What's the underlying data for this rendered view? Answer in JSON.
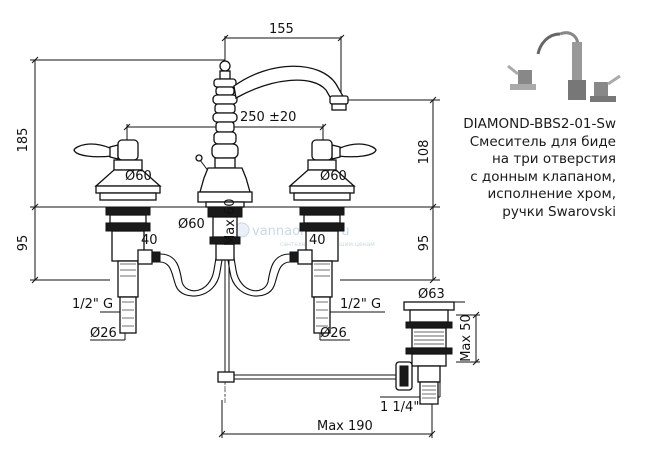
{
  "product": {
    "model": "DIAMOND-BBS2-01-Sw",
    "description_lines": [
      "Смеситель для биде",
      "на три отверстия",
      "с донным клапаном,",
      "исполнение хром,",
      "ручки Swarovski"
    ]
  },
  "dimensions": {
    "spout_reach": "155",
    "total_height": "185",
    "handle_spacing": "250 ±20",
    "upper_height": "108",
    "lower_height_left": "95",
    "lower_height_right": "95",
    "handle_base_left": "Ø60",
    "handle_base_right": "Ø60",
    "spout_base": "Ø60",
    "max_deck": "Max 60",
    "shank_left": "40",
    "shank_right": "40",
    "thread_left": "1/2\" G",
    "thread_right": "1/2\" G",
    "diameter_left": "Ø26",
    "diameter_right": "Ø26",
    "waste_diameter": "Ø63",
    "waste_max": "Max 50",
    "waste_thread": "1 1/4\"",
    "rod_max": "Max 190"
  },
  "watermark": {
    "site": "vannaonline.ru",
    "tagline": "сантехника по лучшим ценам"
  },
  "colors": {
    "line": "#111111",
    "watermark": "#c9d8e6",
    "dark_fill": "#1a1a1a"
  }
}
